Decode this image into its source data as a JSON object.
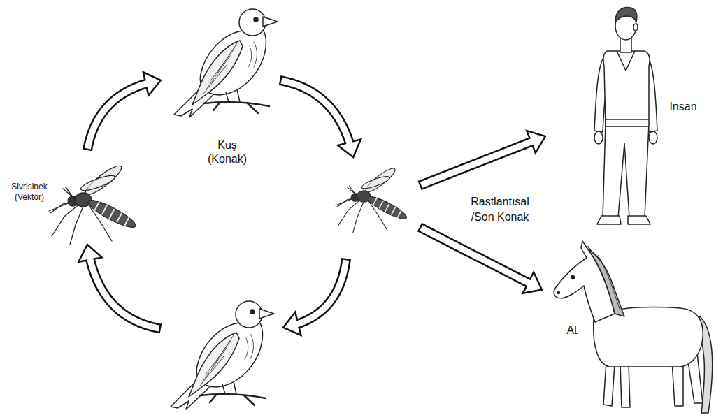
{
  "diagram": {
    "nodes": [
      {
        "text": [
          "Sivrisinek (Vektör)"
        ]
      },
      {
        "text": [
          "Kuş (Konak)"
        ]
      },
      {
        "text": []
      },
      {
        "text": []
      },
      {
        "text": [
          "İnsan"
        ]
      },
      {
        "text": [
          "At"
        ]
      }
    ],
    "edges": [
      {
        "from": 0,
        "to": 1,
        "arrow": "to"
      },
      {
        "from": 1,
        "to": 2,
        "arrow": "to"
      },
      {
        "from": 2,
        "to": 3,
        "arrow": "to"
      },
      {
        "from": 3,
        "to": 0,
        "arrow": "to"
      },
      {
        "from": 2,
        "to": 4,
        "arrow": "to"
      },
      {
        "from": 2,
        "to": 5,
        "arrow": "to"
      }
    ],
    "labels": [
      "Rastlantısal /Son Konak"
    ]
  }
}
